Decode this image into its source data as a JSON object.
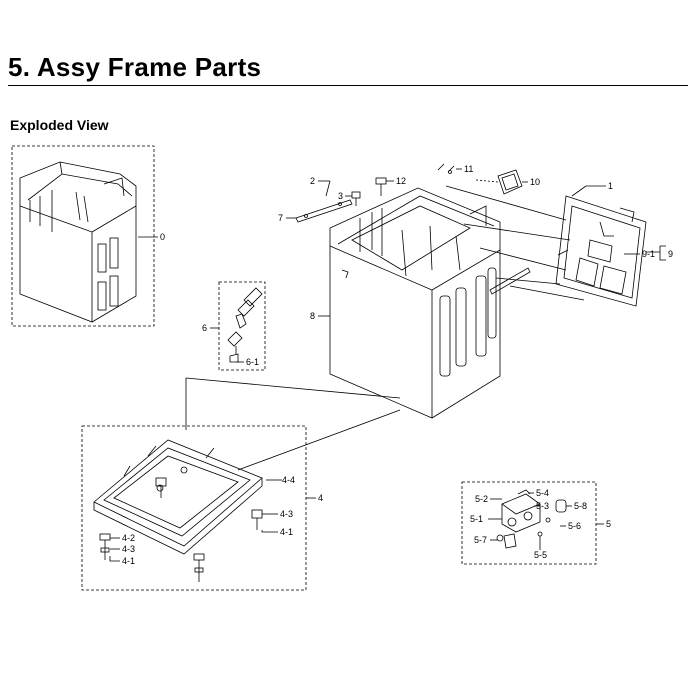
{
  "page": {
    "title": "5.  Assy Frame Parts",
    "subtitle": "Exploded View"
  },
  "callouts": {
    "c0": "0",
    "c1": "1",
    "c2": "2",
    "c3": "3",
    "c4": "4",
    "c4_1a": "4-1",
    "c4_1b": "4-1",
    "c4_2": "4-2",
    "c4_3a": "4-3",
    "c4_3b": "4-3",
    "c4_4": "4-4",
    "c5": "5",
    "c5_1": "5-1",
    "c5_2": "5-2",
    "c5_3": "5-3",
    "c5_4": "5-4",
    "c5_5": "5-5",
    "c5_6": "5-6",
    "c5_7": "5-7",
    "c5_8": "5-8",
    "c6": "6",
    "c6_1": "6-1",
    "c7": "7",
    "c8": "8",
    "c9": "9",
    "c9_1": "9-1",
    "c10": "10",
    "c11": "11",
    "c12": "12"
  }
}
